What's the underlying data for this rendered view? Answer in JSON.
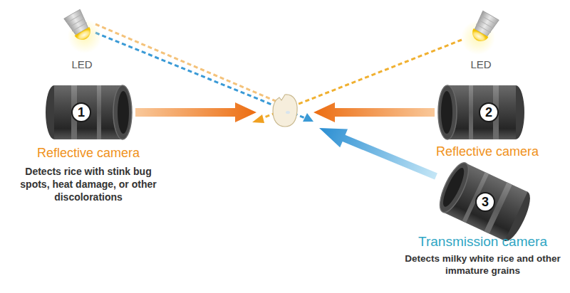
{
  "diagram": {
    "nodes": [
      {
        "text": [
          "LED"
        ]
      },
      {
        "text": [
          "LED"
        ]
      },
      {
        "text": [
          "1",
          "Reflective camera",
          "Detects rice with stink bug spots, heat damage, or other discolorations"
        ]
      },
      {
        "text": [
          "2",
          "Reflective camera"
        ]
      },
      {
        "text": [
          "3",
          "Transmission camera",
          "Detects milky white rice and other immature grains"
        ]
      }
    ]
  }
}
